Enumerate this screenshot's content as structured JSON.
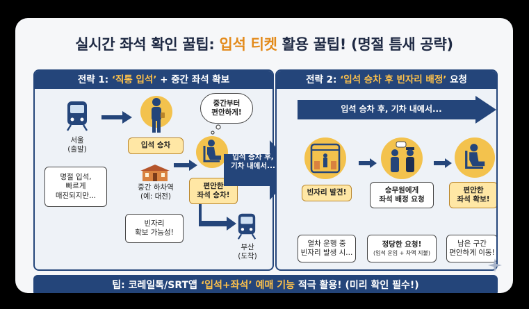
{
  "title": {
    "prefix": "실시간 좌석 확인 꿀팁: ",
    "highlight": "입석 티켓",
    "suffix": " 활용 꿀팁! (명절 틈새 공략)"
  },
  "strategy1": {
    "header_prefix": "전략 1: ",
    "header_highlight": "‘직통 입석’",
    "header_suffix": " + 중간 좌석 확보",
    "origin_label": "서울\n(출발)",
    "origin_note": "명절 입석,\n빠르게\n매진되지만...",
    "standing_board": "입석 승차",
    "transfer_station": "중간 하차역\n(예: 대전)",
    "seat_chance": "빈자리\n확보 가능성!",
    "thought_bubble": "중간부터\n편안하게!",
    "comfortable_seat": "편안한\n좌석 승차!",
    "destination_label": "부산\n(도착)",
    "arrow_caption": "입석 승차 후,\n기차 내에서..."
  },
  "strategy2": {
    "header_prefix": "전략 2: ",
    "header_highlight": "‘입석 승차 후 빈자리 배정’",
    "header_suffix": " 요청",
    "banner": "입석 승차 후, 기차 내에서...",
    "step1_title": "빈자리 발견!",
    "step1_note": "열차 운행 중\n빈자리 발생 시...",
    "step2_title": "승무원에게\n좌석 배정 요청",
    "step2_note_main": "정당한 요청!",
    "step2_note_sub": "(입석 운임 + 차액 지불)",
    "step3_title": "편안한\n좌석 확보!",
    "step3_note": "남은 구간\n편안하게 이동!"
  },
  "tip": {
    "prefix": "팁: 코레일톡/SRT앱 ",
    "highlight": "‘입석+좌석’ 예매 기능",
    "suffix": " 적극 활용! (미리 확인 필수!)"
  },
  "colors": {
    "navy": "#24457a",
    "accent": "#e38a1a",
    "gold": "#f3c24d",
    "pale_yellow": "#ffe7a5"
  }
}
